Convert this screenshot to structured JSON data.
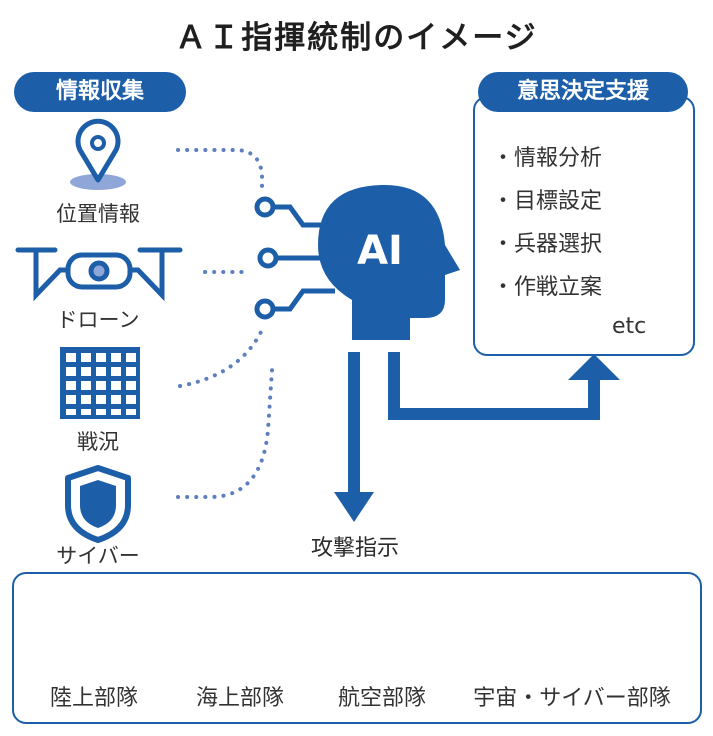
{
  "title": "ＡＩ指揮統制のイメージ",
  "info_collection": {
    "header": "情報収集",
    "items": [
      {
        "label": "位置情報",
        "icon": "location-pin-icon"
      },
      {
        "label": "ドローン",
        "icon": "drone-icon"
      },
      {
        "label": "戦況",
        "icon": "grid-icon"
      },
      {
        "label": "サイバー",
        "icon": "shield-icon"
      }
    ]
  },
  "ai": {
    "label": "AI",
    "icon": "ai-head-icon"
  },
  "decision_support": {
    "header": "意思決定支援",
    "items": [
      "・情報分析",
      "・目標設定",
      "・兵器選択",
      "・作戦立案"
    ],
    "etc": "etc"
  },
  "attack_instruction": "攻撃指示",
  "units": [
    {
      "label": "陸上部隊",
      "icon": "tank-icon"
    },
    {
      "label": "海上部隊",
      "icon": "warship-icon"
    },
    {
      "label": "航空部隊",
      "icon": "fighter-jet-icon"
    },
    {
      "label": "宇宙・サイバー部隊",
      "icon": "satellite-icon"
    }
  ],
  "colors": {
    "primary": "#1d5ea8",
    "light": "#8ea7d8",
    "dots": "#5d7fc0"
  }
}
